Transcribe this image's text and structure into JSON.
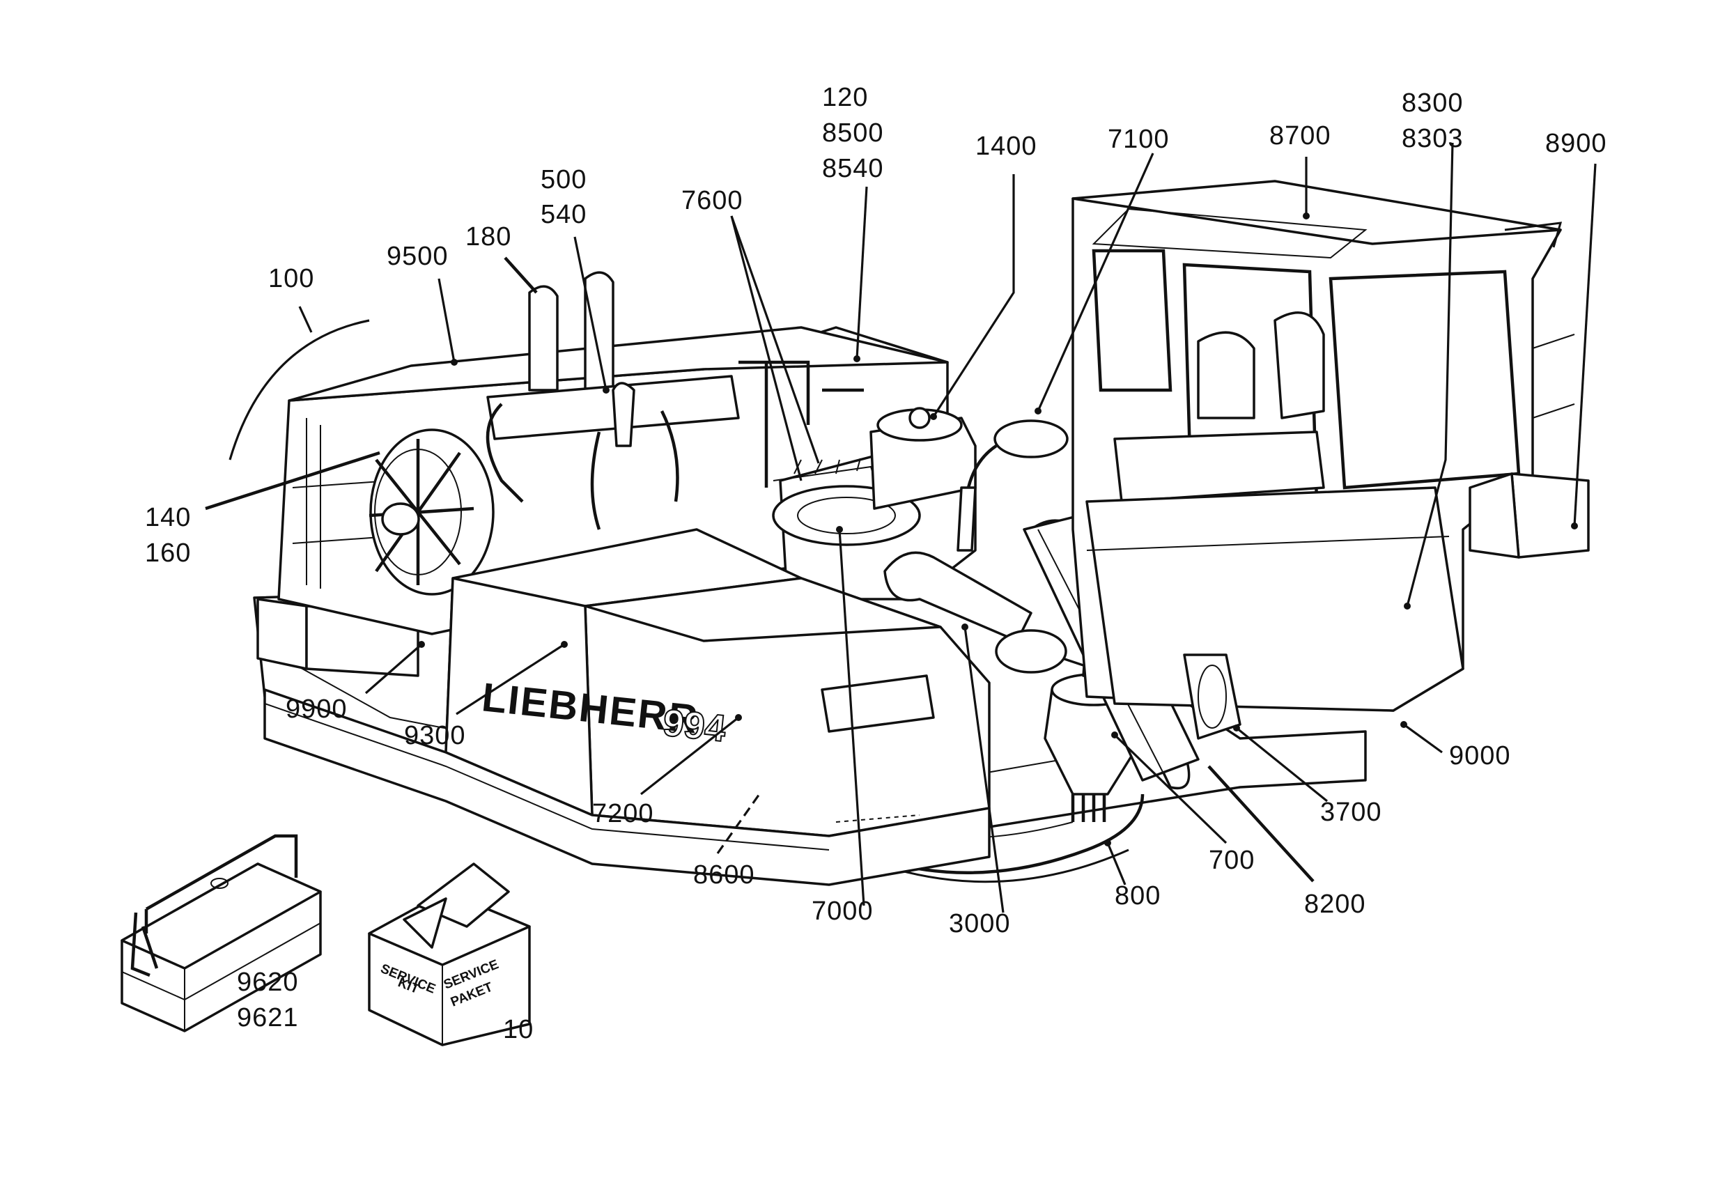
{
  "diagram": {
    "brand_text": "LIEBHERR",
    "model_text": "994",
    "service_kit_label_1": "SERVICE KIT",
    "service_kit_label_2": "SERVICE PAKET",
    "callouts": [
      {
        "id": "c100",
        "lines": [
          "100"
        ]
      },
      {
        "id": "c9500",
        "lines": [
          "9500"
        ]
      },
      {
        "id": "c180",
        "lines": [
          "180"
        ]
      },
      {
        "id": "c500",
        "lines": [
          "500",
          "540"
        ]
      },
      {
        "id": "c7600",
        "lines": [
          "7600"
        ]
      },
      {
        "id": "c120",
        "lines": [
          "120",
          "8500",
          "8540"
        ]
      },
      {
        "id": "c1400",
        "lines": [
          "1400"
        ]
      },
      {
        "id": "c7100",
        "lines": [
          "7100"
        ]
      },
      {
        "id": "c8700",
        "lines": [
          "8700"
        ]
      },
      {
        "id": "c8300",
        "lines": [
          "8300",
          "8303"
        ]
      },
      {
        "id": "c8900",
        "lines": [
          "8900"
        ]
      },
      {
        "id": "c140",
        "lines": [
          "140",
          "160"
        ]
      },
      {
        "id": "c9900",
        "lines": [
          "9900"
        ]
      },
      {
        "id": "c9300",
        "lines": [
          "9300"
        ]
      },
      {
        "id": "c7200",
        "lines": [
          "7200"
        ]
      },
      {
        "id": "c8600",
        "lines": [
          "8600"
        ]
      },
      {
        "id": "c7000",
        "lines": [
          "7000"
        ]
      },
      {
        "id": "c3000",
        "lines": [
          "3000"
        ]
      },
      {
        "id": "c800",
        "lines": [
          "800"
        ]
      },
      {
        "id": "c700",
        "lines": [
          "700"
        ]
      },
      {
        "id": "c8200",
        "lines": [
          "8200"
        ]
      },
      {
        "id": "c3700",
        "lines": [
          "3700"
        ]
      },
      {
        "id": "c9000",
        "lines": [
          "9000"
        ]
      },
      {
        "id": "c9620",
        "lines": [
          "9620",
          "9621"
        ]
      },
      {
        "id": "c10",
        "lines": [
          "10"
        ]
      }
    ]
  }
}
